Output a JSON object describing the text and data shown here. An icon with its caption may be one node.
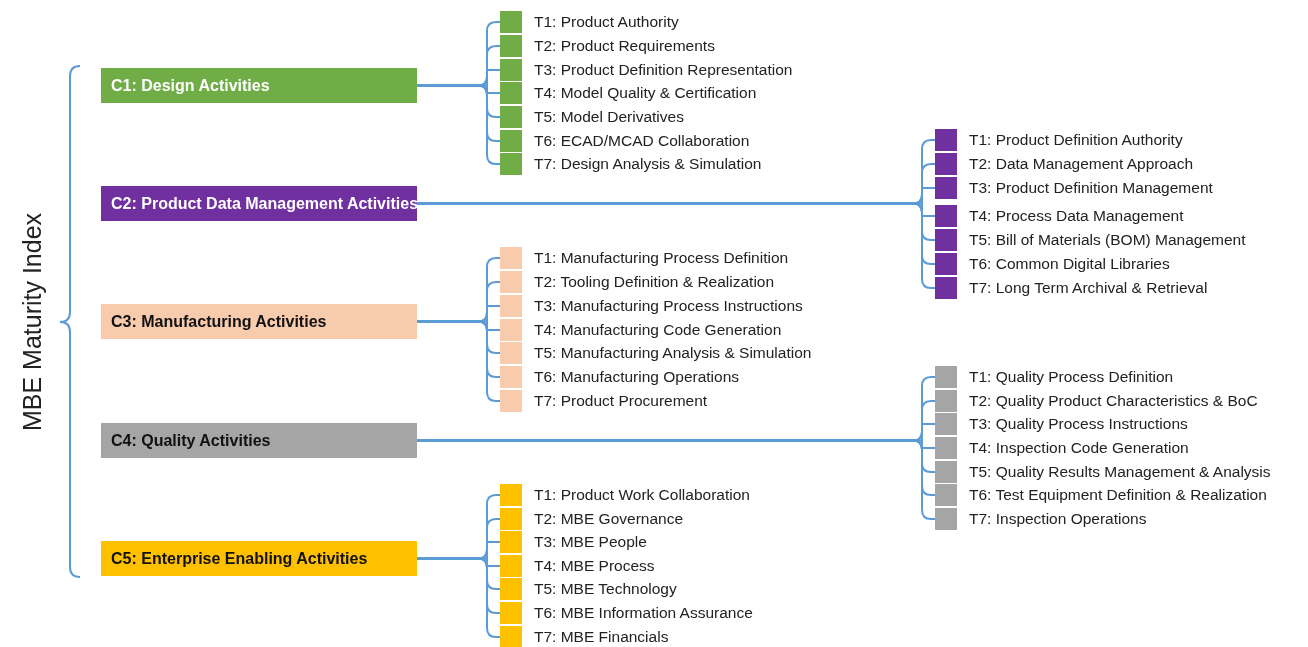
{
  "diagram": {
    "nodes": [
      {
        "text": [
          "C1: Design Activities"
        ]
      },
      {
        "text": [
          "T1: Product Authority"
        ]
      },
      {
        "text": [
          "T2: Product Requirements"
        ]
      },
      {
        "text": [
          "T3: Product Definition Representation"
        ]
      },
      {
        "text": [
          "T4: Model Quality & Certification"
        ]
      },
      {
        "text": [
          "T5: Model Derivatives"
        ]
      },
      {
        "text": [
          "T6: ECAD/MCAD Collaboration"
        ]
      },
      {
        "text": [
          "T7: Design Analysis & Simulation"
        ]
      },
      {
        "text": [
          "C2: Product Data Management Activities"
        ]
      },
      {
        "text": [
          "T1: Product Definition Authority"
        ]
      },
      {
        "text": [
          "T2: Data Management Approach"
        ]
      },
      {
        "text": [
          "T3: Product Definition Management"
        ]
      },
      {
        "text": [
          "T4: Process Data Management"
        ]
      },
      {
        "text": [
          "T5: Bill of Materials (BOM) Management"
        ]
      },
      {
        "text": [
          "T6: Common Digital Libraries"
        ]
      },
      {
        "text": [
          "T7: Long Term Archival & Retrieval"
        ]
      },
      {
        "text": [
          "C3: Manufacturing Activities"
        ]
      },
      {
        "text": [
          "T1: Manufacturing Process Definition"
        ]
      },
      {
        "text": [
          "T2: Tooling Definition & Realization"
        ]
      },
      {
        "text": [
          "T3: Manufacturing Process Instructions"
        ]
      },
      {
        "text": [
          "T4: Manufacturing Code Generation"
        ]
      },
      {
        "text": [
          "T5: Manufacturing Analysis & Simulation"
        ]
      },
      {
        "text": [
          "T6: Manufacturing Operations"
        ]
      },
      {
        "text": [
          "T7: Product Procurement"
        ]
      },
      {
        "text": [
          "C4: Quality Activities"
        ]
      },
      {
        "text": [
          "T1: Quality Process Definition"
        ]
      },
      {
        "text": [
          "T2: Quality Product Characteristics & BoC"
        ]
      },
      {
        "text": [
          "T3: Quality Process Instructions"
        ]
      },
      {
        "text": [
          "T4: Inspection Code Generation"
        ]
      },
      {
        "text": [
          "T5: Quality Results Management & Analysis"
        ]
      },
      {
        "text": [
          "T6: Test Equipment Definition & Realization"
        ]
      },
      {
        "text": [
          "T7: Inspection Operations"
        ]
      },
      {
        "text": [
          "C5: Enterprise Enabling Activities"
        ]
      },
      {
        "text": [
          "T1: Product Work Collaboration"
        ]
      },
      {
        "text": [
          "T2: MBE Governance"
        ]
      },
      {
        "text": [
          "T3: MBE People"
        ]
      },
      {
        "text": [
          "T4: MBE Process"
        ]
      },
      {
        "text": [
          "T5: MBE Technology"
        ]
      },
      {
        "text": [
          "T6: MBE Information Assurance"
        ]
      },
      {
        "text": [
          "T7: MBE Financials"
        ]
      }
    ],
    "edges": [
      {
        "from": 0,
        "to": 1,
        "arrow": "none"
      },
      {
        "from": 0,
        "to": 2,
        "arrow": "none"
      },
      {
        "from": 0,
        "to": 3,
        "arrow": "none"
      },
      {
        "from": 0,
        "to": 4,
        "arrow": "none"
      },
      {
        "from": 0,
        "to": 5,
        "arrow": "none"
      },
      {
        "from": 0,
        "to": 6,
        "arrow": "none"
      },
      {
        "from": 0,
        "to": 7,
        "arrow": "none"
      },
      {
        "from": 8,
        "to": 9,
        "arrow": "none"
      },
      {
        "from": 8,
        "to": 10,
        "arrow": "none"
      },
      {
        "from": 8,
        "to": 11,
        "arrow": "none"
      },
      {
        "from": 8,
        "to": 12,
        "arrow": "none"
      },
      {
        "from": 8,
        "to": 13,
        "arrow": "none"
      },
      {
        "from": 8,
        "to": 14,
        "arrow": "none"
      },
      {
        "from": 8,
        "to": 15,
        "arrow": "none"
      },
      {
        "from": 16,
        "to": 17,
        "arrow": "none"
      },
      {
        "from": 16,
        "to": 18,
        "arrow": "none"
      },
      {
        "from": 16,
        "to": 19,
        "arrow": "none"
      },
      {
        "from": 16,
        "to": 20,
        "arrow": "none"
      },
      {
        "from": 16,
        "to": 21,
        "arrow": "none"
      },
      {
        "from": 16,
        "to": 22,
        "arrow": "none"
      },
      {
        "from": 16,
        "to": 23,
        "arrow": "none"
      },
      {
        "from": 24,
        "to": 25,
        "arrow": "none"
      },
      {
        "from": 24,
        "to": 26,
        "arrow": "none"
      },
      {
        "from": 24,
        "to": 27,
        "arrow": "none"
      },
      {
        "from": 24,
        "to": 28,
        "arrow": "none"
      },
      {
        "from": 24,
        "to": 29,
        "arrow": "none"
      },
      {
        "from": 24,
        "to": 30,
        "arrow": "none"
      },
      {
        "from": 24,
        "to": 31,
        "arrow": "none"
      },
      {
        "from": 32,
        "to": 33,
        "arrow": "none"
      },
      {
        "from": 32,
        "to": 34,
        "arrow": "none"
      },
      {
        "from": 32,
        "to": 35,
        "arrow": "none"
      },
      {
        "from": 32,
        "to": 36,
        "arrow": "none"
      },
      {
        "from": 32,
        "to": 37,
        "arrow": "none"
      },
      {
        "from": 32,
        "to": 38,
        "arrow": "none"
      },
      {
        "from": 32,
        "to": 39,
        "arrow": "none"
      }
    ],
    "labels": [
      "MBE Maturity Index"
    ]
  }
}
